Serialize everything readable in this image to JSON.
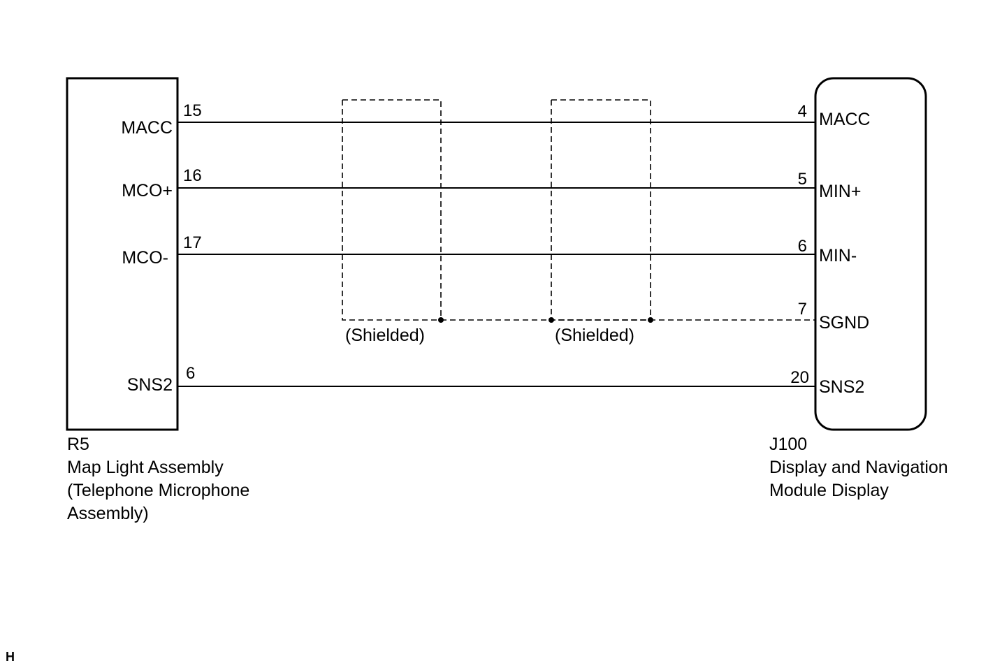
{
  "left_component": {
    "id": "R5",
    "name_lines": [
      "Map Light Assembly",
      "(Telephone Microphone",
      "Assembly)"
    ],
    "pins": [
      {
        "label": "MACC",
        "number": "15"
      },
      {
        "label": "MCO+",
        "number": "16"
      },
      {
        "label": "MCO-",
        "number": "17"
      },
      {
        "label": "SNS2",
        "number": "6"
      }
    ]
  },
  "right_component": {
    "id": "J100",
    "name_lines": [
      "Display and Navigation",
      "Module Display"
    ],
    "pins": [
      {
        "label": "MACC",
        "number": "4"
      },
      {
        "label": "MIN+",
        "number": "5"
      },
      {
        "label": "MIN-",
        "number": "6"
      },
      {
        "label": "SGND",
        "number": "7"
      },
      {
        "label": "SNS2",
        "number": "20"
      }
    ]
  },
  "shield_labels": [
    "(Shielded)",
    "(Shielded)"
  ],
  "footer_mark": "H"
}
